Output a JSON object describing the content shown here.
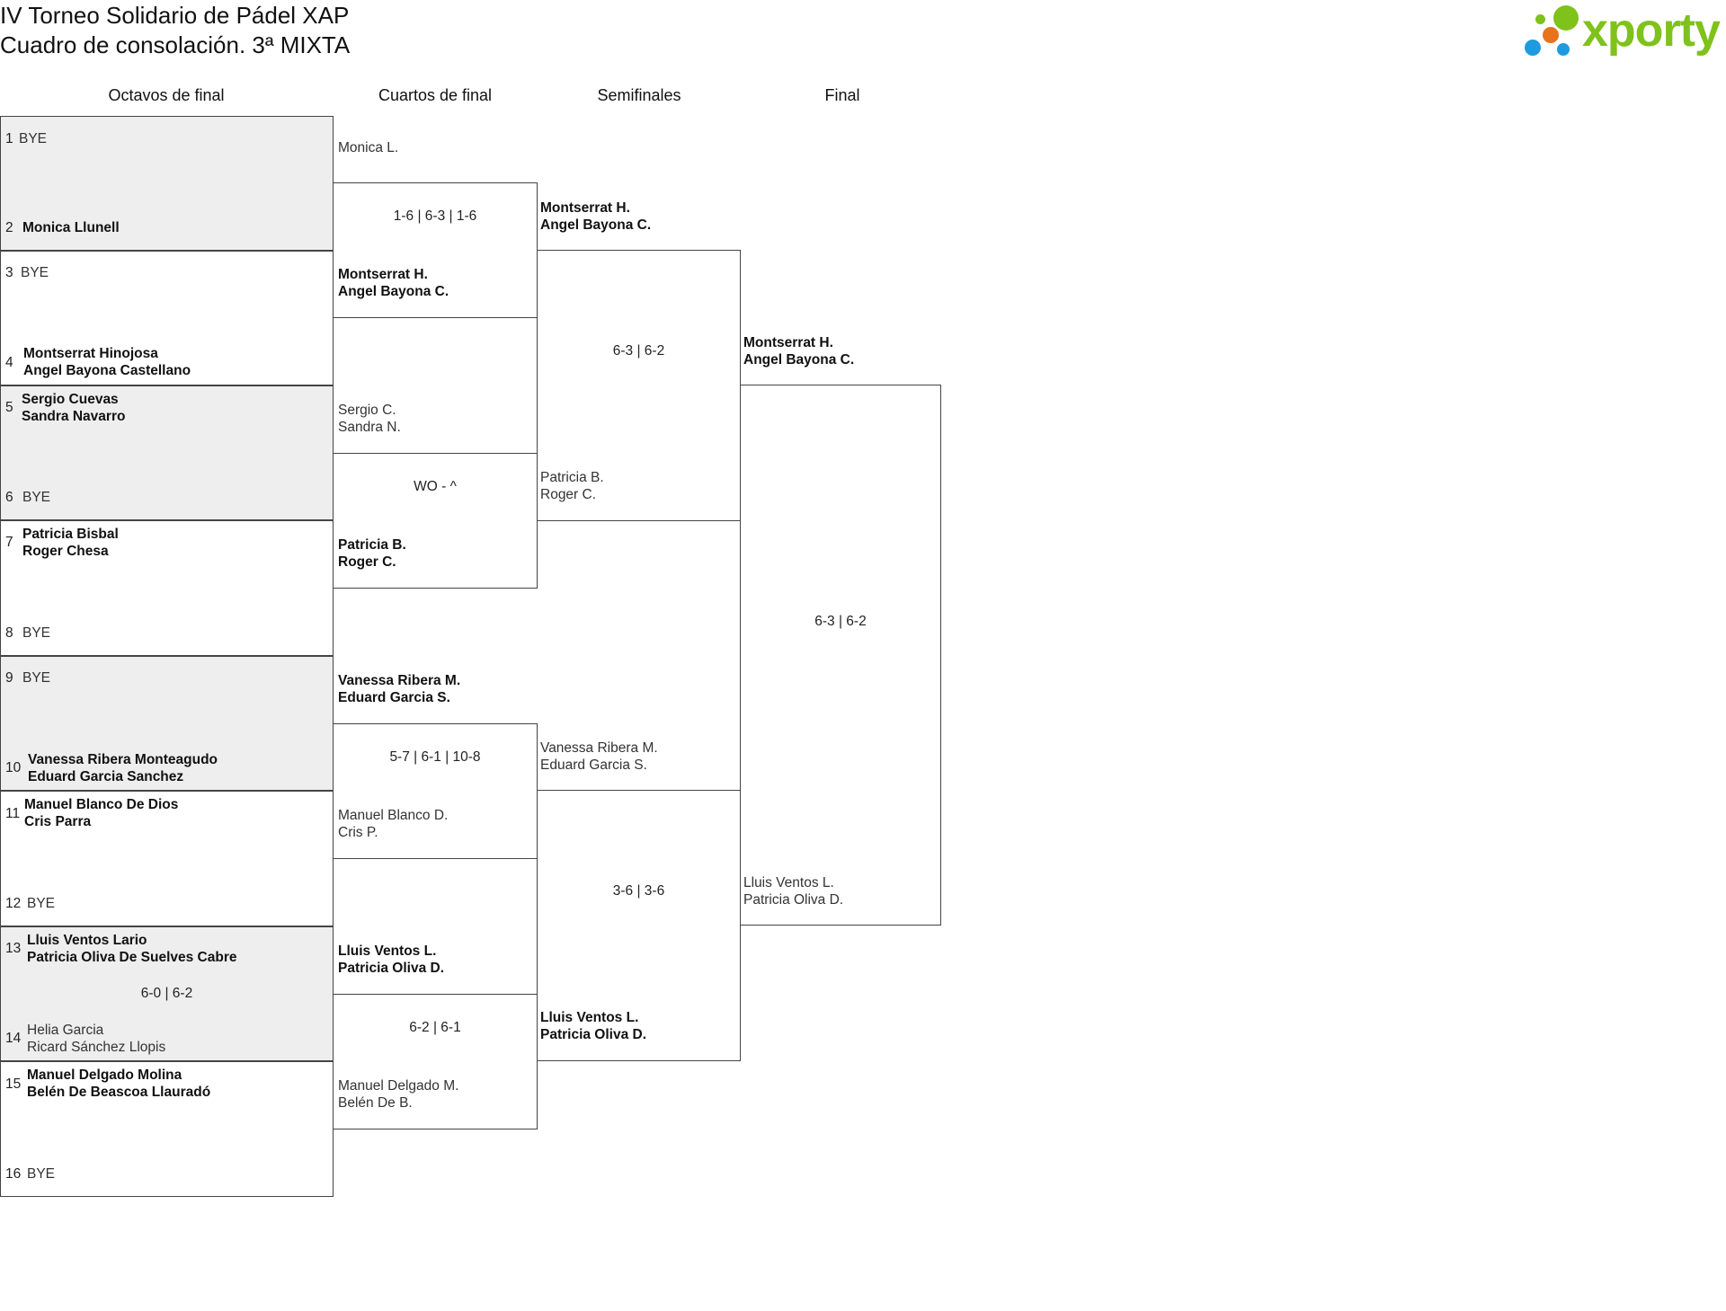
{
  "header": {
    "title_line1": "IV Torneo Solidario de Pádel XAP",
    "title_line2": "Cuadro de consolación. 3ª MIXTA",
    "logo_text": "xporty",
    "logo_colors": {
      "green": "#7fc21b",
      "orange": "#e8731a",
      "blue": "#1e9be0"
    }
  },
  "rounds": [
    "Octavos de final",
    "Cuartos de final",
    "Semifinales",
    "Final"
  ],
  "octavos": {
    "seeds": [
      "1",
      "2",
      "3",
      "4",
      "5",
      "6",
      "7",
      "8",
      "9",
      "10",
      "11",
      "12",
      "13",
      "14",
      "15",
      "16"
    ],
    "m1": {
      "a": "BYE",
      "b": "Monica Llunell"
    },
    "m2": {
      "a": "BYE",
      "b1": "Montserrat Hinojosa",
      "b2": "Angel Bayona Castellano"
    },
    "m3": {
      "a1": "Sergio Cuevas",
      "a2": "Sandra Navarro",
      "b": "BYE"
    },
    "m4": {
      "a1": "Patricia Bisbal",
      "a2": "Roger Chesa",
      "b": "BYE"
    },
    "m5": {
      "a": "BYE",
      "b1": "Vanessa Ribera Monteagudo",
      "b2": "Eduard Garcia Sanchez"
    },
    "m6": {
      "a1": "Manuel Blanco De Dios",
      "a2": "Cris Parra",
      "b": "BYE"
    },
    "m7": {
      "a1": "Lluis Ventos Lario",
      "a2": "Patricia Oliva De Suelves Cabre",
      "score": "6-0 | 6-2",
      "b1": "Helia Garcia",
      "b2": "Ricard Sánchez Llopis"
    },
    "m8": {
      "a1": "Manuel Delgado Molina",
      "a2": "Belén De Beascoa Llauradó",
      "b": "BYE"
    }
  },
  "cuartos": {
    "m1": {
      "a": "Monica L.",
      "score": "1-6 | 6-3 | 1-6",
      "b1": "Montserrat H.",
      "b2": "Angel Bayona C."
    },
    "m2": {
      "a1": "Sergio C.",
      "a2": "Sandra N.",
      "score": "WO - ^",
      "b1": "Patricia B.",
      "b2": "Roger C."
    },
    "m3": {
      "a1": "Vanessa Ribera M.",
      "a2": "Eduard Garcia S.",
      "score": "5-7 | 6-1 | 10-8",
      "b1": "Manuel Blanco D.",
      "b2": "Cris P."
    },
    "m4": {
      "a1": "Lluis Ventos L.",
      "a2": "Patricia Oliva D.",
      "score": "6-2 | 6-1",
      "b1": "Manuel Delgado M.",
      "b2": "Belén De B."
    }
  },
  "semis": {
    "m1": {
      "a1": "Montserrat H.",
      "a2": "Angel Bayona C.",
      "score": "6-3 | 6-2",
      "b1": "Patricia B.",
      "b2": "Roger C."
    },
    "m2": {
      "a1": "Vanessa Ribera M.",
      "a2": "Eduard Garcia S.",
      "score": "3-6 | 3-6",
      "b1": "Lluis Ventos L.",
      "b2": "Patricia Oliva D."
    }
  },
  "final": {
    "a1": "Montserrat H.",
    "a2": "Angel Bayona C.",
    "score": "6-3 | 6-2",
    "b1": "Lluis Ventos L.",
    "b2": "Patricia Oliva D."
  }
}
